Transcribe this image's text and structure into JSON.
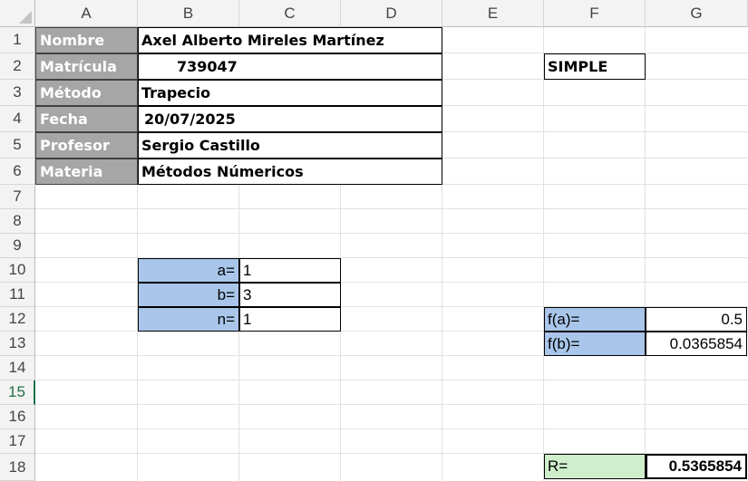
{
  "columns": [
    "A",
    "B",
    "C",
    "D",
    "E",
    "F",
    "G"
  ],
  "rows": [
    "1",
    "2",
    "3",
    "4",
    "5",
    "6",
    "7",
    "8",
    "9",
    "10",
    "11",
    "12",
    "13",
    "14",
    "15",
    "16",
    "17",
    "18"
  ],
  "info": {
    "nombre_label": "Nombre",
    "nombre_value": "Axel Alberto Mireles Martínez",
    "matricula_label": "Matrícula",
    "matricula_value": "739047",
    "metodo_label": "Método",
    "metodo_value": "Trapecio",
    "fecha_label": "Fecha",
    "fecha_value": "20/07/2025",
    "profesor_label": "Profesor",
    "profesor_value": "Sergio Castillo",
    "materia_label": "Materia",
    "materia_value": "Métodos Númericos"
  },
  "simple_label": "SIMPLE",
  "params": {
    "a_label": "a=",
    "a_value": "1",
    "b_label": "b=",
    "b_value": "3",
    "n_label": "n=",
    "n_value": "1"
  },
  "results": {
    "fa_label": "f(a)=",
    "fa_value": "0.5",
    "fb_label": "f(b)=",
    "fb_value": "0.0365854",
    "r_label": "R=",
    "r_value": "0.5365854"
  },
  "active_row": "15",
  "colors": {
    "header_bg": "#f3f3f3",
    "label_gray": "#a6a6a6",
    "param_blue": "#a9c6ea",
    "result_green": "#cfeecb",
    "active_header": "#1e7145"
  }
}
